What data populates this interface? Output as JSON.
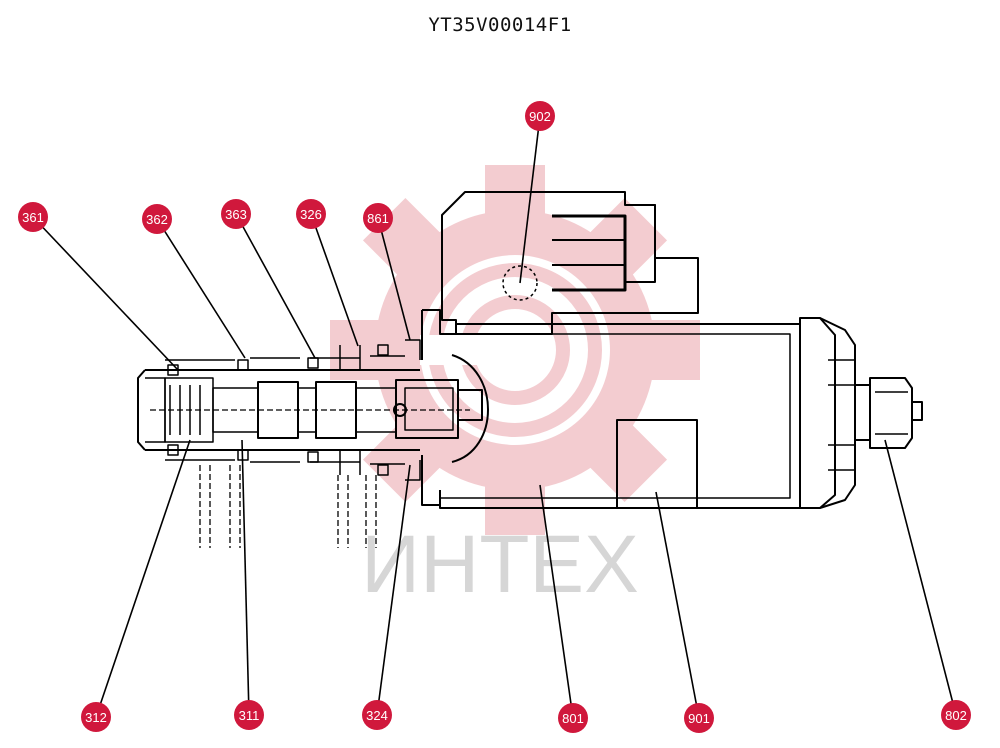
{
  "title": "YT35V00014F1",
  "watermark": {
    "text": "ИНТЕХ",
    "color": "#e8a0a6",
    "text_color": "#d0d0d0"
  },
  "badge_color": "#d0183c",
  "callouts": [
    {
      "id": "callout-361",
      "label": "361"
    },
    {
      "id": "callout-362",
      "label": "362"
    },
    {
      "id": "callout-363",
      "label": "363"
    },
    {
      "id": "callout-326",
      "label": "326"
    },
    {
      "id": "callout-861",
      "label": "861"
    },
    {
      "id": "callout-902",
      "label": "902"
    },
    {
      "id": "callout-312",
      "label": "312"
    },
    {
      "id": "callout-311",
      "label": "311"
    },
    {
      "id": "callout-324",
      "label": "324"
    },
    {
      "id": "callout-801",
      "label": "801"
    },
    {
      "id": "callout-901",
      "label": "901"
    },
    {
      "id": "callout-802",
      "label": "802"
    }
  ]
}
